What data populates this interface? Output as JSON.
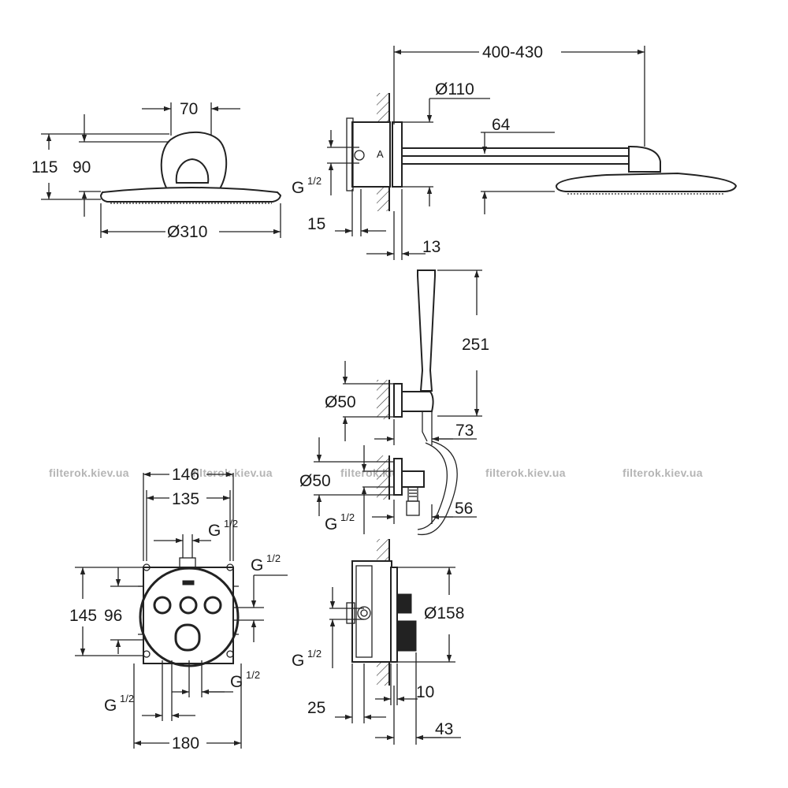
{
  "watermark": {
    "text": "filterok.kiev.ua"
  },
  "head_front": {
    "width_top": "70",
    "height_total": "115",
    "height_head": "90",
    "diameter": "Ø310"
  },
  "head_side": {
    "arm_length": "400-430",
    "flange_diameter": "Ø110",
    "offset": "64",
    "thread": "G",
    "thread_fraction": "1/2",
    "depth_box": "15",
    "wall_offset": "13",
    "box_mark": "A"
  },
  "hand_shower": {
    "length": "251",
    "holder_diameter": "Ø50",
    "projection": "73",
    "outlet_diameter": "Ø50",
    "thread": "G",
    "thread_fraction": "1/2",
    "outlet_projection": "56"
  },
  "valve_front": {
    "width_outer": "146",
    "width_inner": "135",
    "height_total": "145",
    "height_inner": "96",
    "width_bottom": "180",
    "thread_top": "G",
    "thread_right": "G",
    "thread_bottom_left": "G",
    "thread_bottom_right": "G",
    "thread_fraction": "1/2"
  },
  "valve_side": {
    "diameter": "Ø158",
    "thread": "G",
    "thread_fraction": "1/2",
    "depth": "25",
    "projection_small": "10",
    "projection_large": "43"
  }
}
